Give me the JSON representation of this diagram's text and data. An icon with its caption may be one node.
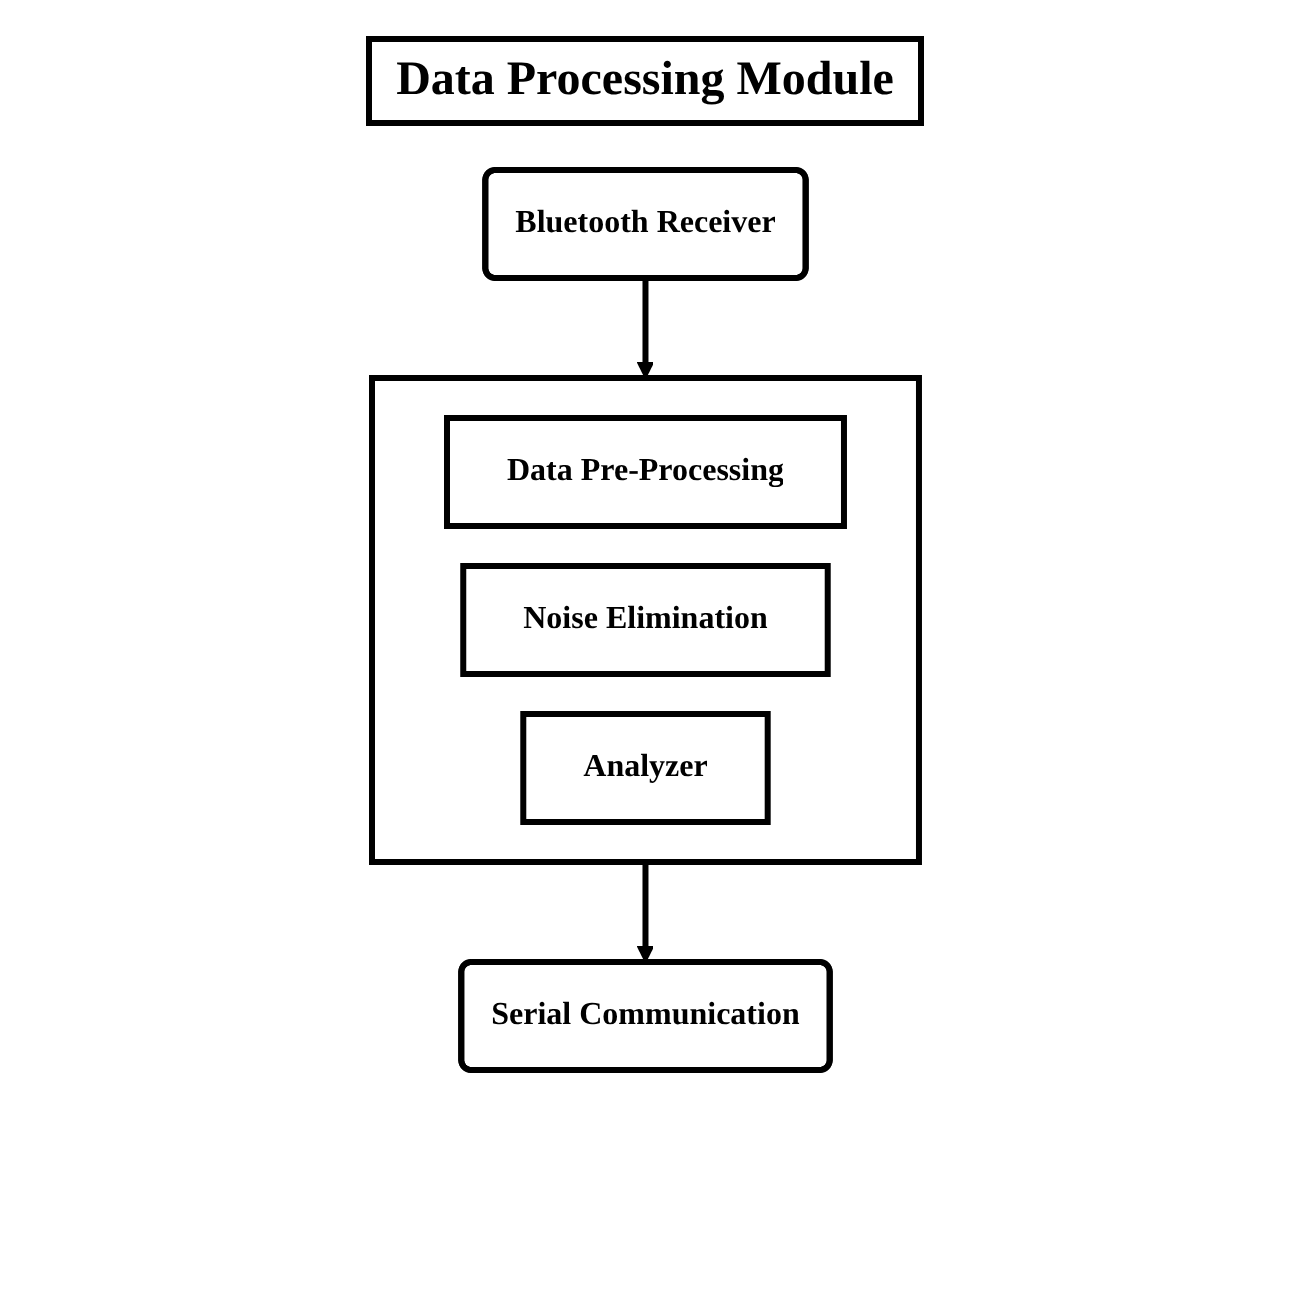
{
  "diagram": {
    "title": "Data Processing Module",
    "nodes": [
      {
        "text": [
          "Bluetooth Receiver"
        ]
      },
      {
        "text": [],
        "shape": "box"
      },
      {
        "text": [
          "Data Pre-Processing"
        ],
        "in": 1
      },
      {
        "text": [
          "Noise Elimination"
        ],
        "in": 1
      },
      {
        "text": [
          "Analyzer"
        ],
        "in": 1
      },
      {
        "text": [
          "Serial Communication"
        ]
      }
    ],
    "edges": [
      {
        "from": 0,
        "to": 1,
        "arrow": "to"
      },
      {
        "from": 1,
        "to": 5,
        "arrow": "to"
      }
    ]
  }
}
